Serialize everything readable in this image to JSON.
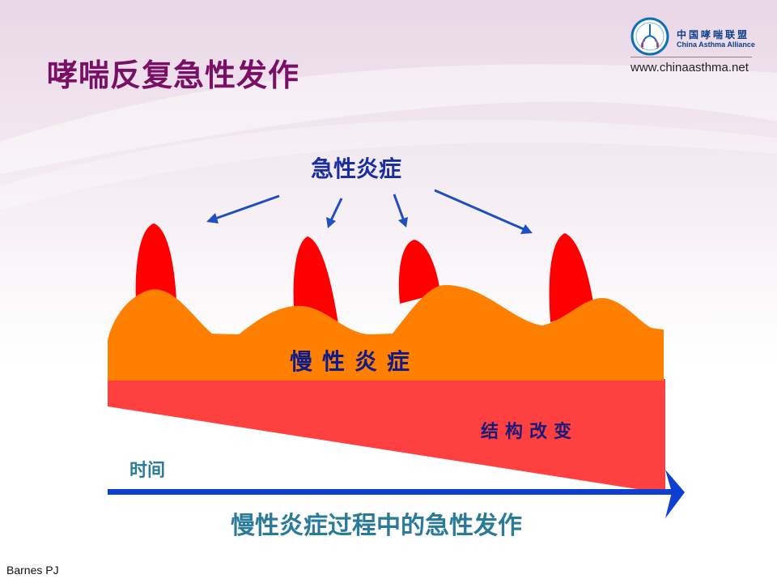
{
  "slide": {
    "title": "哮喘反复急性发作",
    "citation": "Barnes PJ"
  },
  "logo": {
    "name_cn": "中国哮喘联盟",
    "name_en": "China Asthma Alliance",
    "url": "www.chinaasthma.net"
  },
  "diagram": {
    "acute_label": "急性炎症",
    "chronic_label": "慢性炎症",
    "remodeling_label": "结构改变",
    "time_label": "时间",
    "caption": "慢性炎症过程中的急性发作"
  },
  "colors": {
    "title": "#7a0f66",
    "acute_spike": "#ff0000",
    "chronic_band": "#ff8000",
    "remodeling": "#ff4040",
    "arrows": "#1f4fc0",
    "caption": "#2a7a9a"
  }
}
